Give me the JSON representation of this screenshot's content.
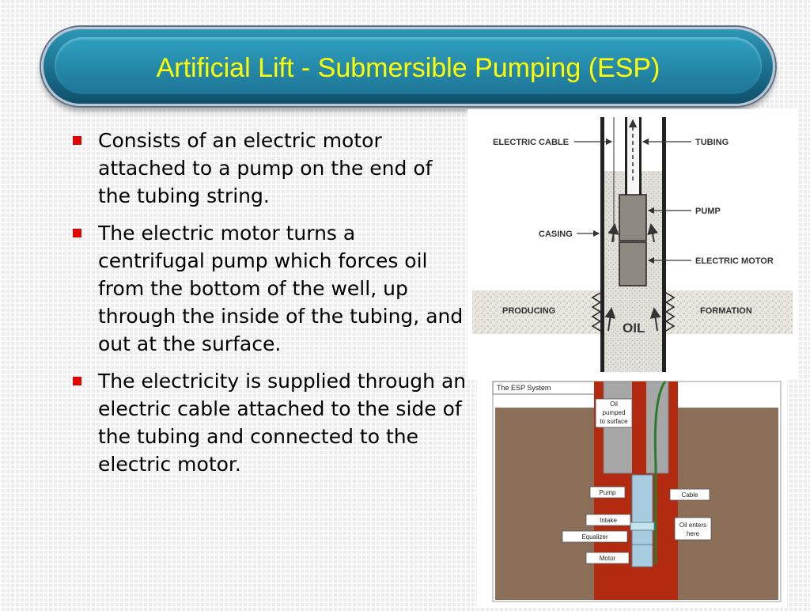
{
  "slide": {
    "title": "Artificial Lift - Submersible Pumping (ESP)",
    "bullets": [
      "Consists of an electric motor attached to a pump on the end of the tubing string.",
      "The electric motor turns a centrifugal pump which forces oil from the bottom of the well, up through the inside of the tubing, and out at the surface.",
      "The electricity is supplied through an electric cable attached to the side of the tubing and connected to the electric motor."
    ]
  },
  "diagram_top": {
    "labels": {
      "electric_cable": "ELECTRIC CABLE",
      "tubing": "TUBING",
      "pump": "PUMP",
      "casing": "CASING",
      "electric_motor": "ELECTRIC MOTOR",
      "producing": "PRODUCING",
      "formation": "FORMATION",
      "oil": "OIL"
    }
  },
  "diagram_bottom": {
    "title": "The ESP System",
    "labels": {
      "oil_pumped_1": "Oil",
      "oil_pumped_2": "pumped",
      "oil_pumped_3": "to surface",
      "pump": "Pump",
      "cable": "Cable",
      "intake": "Intake",
      "equalizer": "Equalizer",
      "motor": "Motor",
      "oil_enters_1": "Oil enters",
      "oil_enters_2": "here"
    },
    "colors": {
      "formation": "#8b6f59",
      "wellbore": "#b22a10",
      "casing": "#a7a7a7",
      "cable": "#2c7a2c",
      "equipment": "#a9cde0"
    }
  }
}
